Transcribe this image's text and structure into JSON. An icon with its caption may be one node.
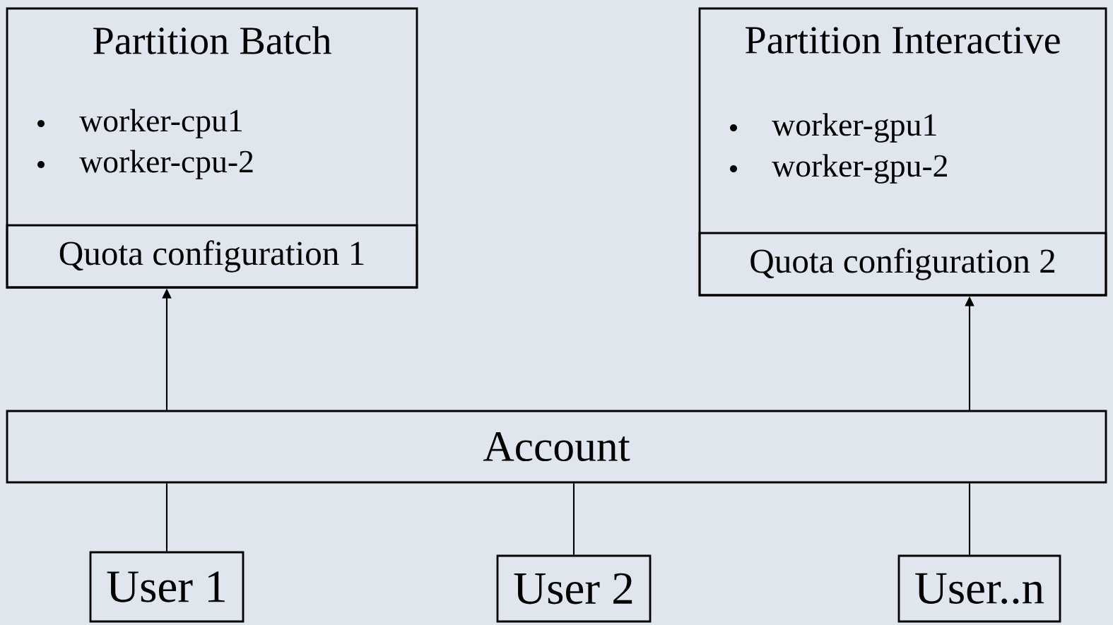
{
  "diagram": {
    "nodes": [
      {
        "text": [
          "Partition Batch",
          "worker-cpu1",
          "worker-cpu-2"
        ]
      },
      {
        "text": [
          "Quota configuration 1"
        ],
        "in": 0
      },
      {
        "text": [
          "Partition Interactive",
          "worker-gpu1",
          "worker-gpu-2"
        ]
      },
      {
        "text": [
          "Quota configuration 2"
        ],
        "in": 2
      },
      {
        "text": [
          "Account"
        ]
      },
      {
        "text": [
          "User 1"
        ]
      },
      {
        "text": [
          "User 2"
        ]
      },
      {
        "text": [
          "User..n"
        ]
      }
    ],
    "edges": [
      {
        "from": 4,
        "to": 1,
        "arrow": "to"
      },
      {
        "from": 4,
        "to": 3,
        "arrow": "to"
      },
      {
        "from": 5,
        "to": 4,
        "arrow": "none"
      },
      {
        "from": 6,
        "to": 4,
        "arrow": "none"
      },
      {
        "from": 7,
        "to": 4,
        "arrow": "none"
      }
    ]
  }
}
